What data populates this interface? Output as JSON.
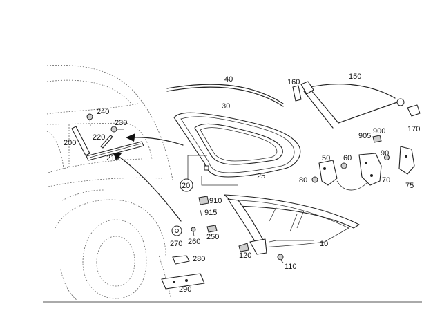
{
  "diagram": {
    "callouts": {
      "p10": "10",
      "p20": "20",
      "p25": "25",
      "p30": "30",
      "p40": "40",
      "p50": "50",
      "p60": "60",
      "p70": "70",
      "p75": "75",
      "p80": "80",
      "p90": "90",
      "p110": "110",
      "p120": "120",
      "p150": "150",
      "p160": "160",
      "p170": "170",
      "p200": "200",
      "p210": "210",
      "p220": "220",
      "p230": "230",
      "p240": "240",
      "p250": "250",
      "p260": "260",
      "p270": "270",
      "p280": "280",
      "p290": "290",
      "p900": "900",
      "p905": "905",
      "p910": "910",
      "p915": "915"
    }
  }
}
